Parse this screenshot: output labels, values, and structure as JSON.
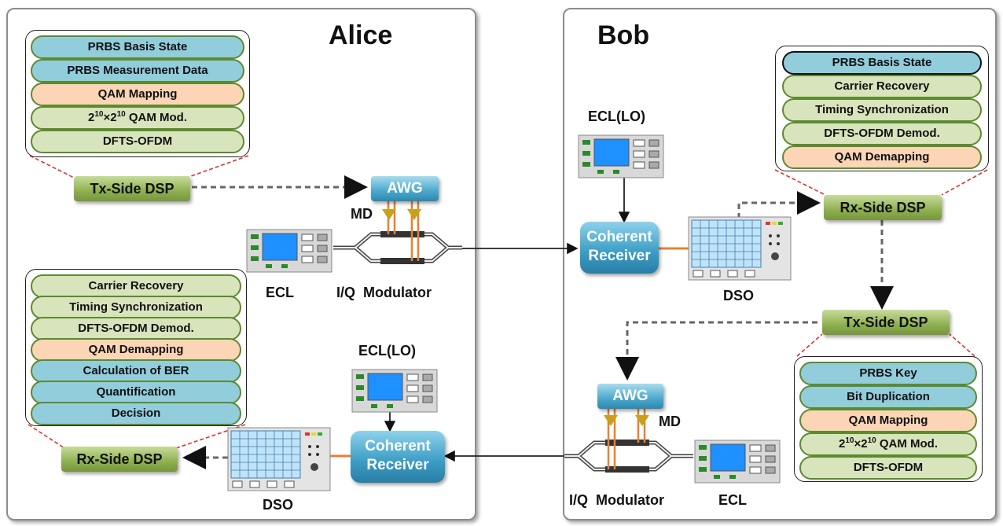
{
  "alice": {
    "title": "Alice",
    "tx_stack": {
      "items": [
        "PRBS Basis State",
        "PRBS Measurement Data",
        "QAM Mapping",
        "QAM Mod.",
        "DFTS-OFDM"
      ],
      "qam_mod_prefix": "2",
      "exp": "10",
      "times": "×"
    },
    "tx_dsp": "Tx-Side DSP",
    "awg": "AWG",
    "md": "MD",
    "ecl": "ECL",
    "iq_modulator": "I/Q  Modulator",
    "ecl_lo": "ECL(LO)",
    "coherent_receiver": [
      "Coherent",
      "Receiver"
    ],
    "dso": "DSO",
    "rx_dsp": "Rx-Side DSP",
    "rx_stack": [
      "Carrier Recovery",
      "Timing Synchronization",
      "DFTS-OFDM Demod.",
      "QAM Demapping",
      "Calculation of BER",
      "Quantification",
      "Decision"
    ]
  },
  "bob": {
    "title": "Bob",
    "ecl_lo": "ECL(LO)",
    "coherent_receiver": [
      "Coherent",
      "Receiver"
    ],
    "dso": "DSO",
    "rx_dsp": "Rx-Side DSP",
    "rx_stack": [
      "PRBS Basis State",
      "Carrier Recovery",
      "Timing Synchronization",
      "DFTS-OFDM Demod.",
      "QAM Demapping"
    ],
    "tx_dsp": "Tx-Side DSP",
    "tx_stack": {
      "items": [
        "PRBS Key",
        "Bit Duplication",
        "QAM Mapping",
        "QAM Mod.",
        "DFTS-OFDM"
      ],
      "qam_mod_prefix": "2",
      "exp": "10",
      "times": "×"
    },
    "awg": "AWG",
    "md": "MD",
    "iq_modulator": "I/Q  Modulator",
    "ecl": "ECL"
  },
  "colors": {
    "blue_block": "#92cddc",
    "peach_block": "#fbd5b5",
    "green_block": "#d7e4bc",
    "dsp_green": "#8fb050",
    "awg_blue": "#4aa8cc",
    "fiber_orange": "#ed7d31",
    "callout_red": "#e03030"
  }
}
